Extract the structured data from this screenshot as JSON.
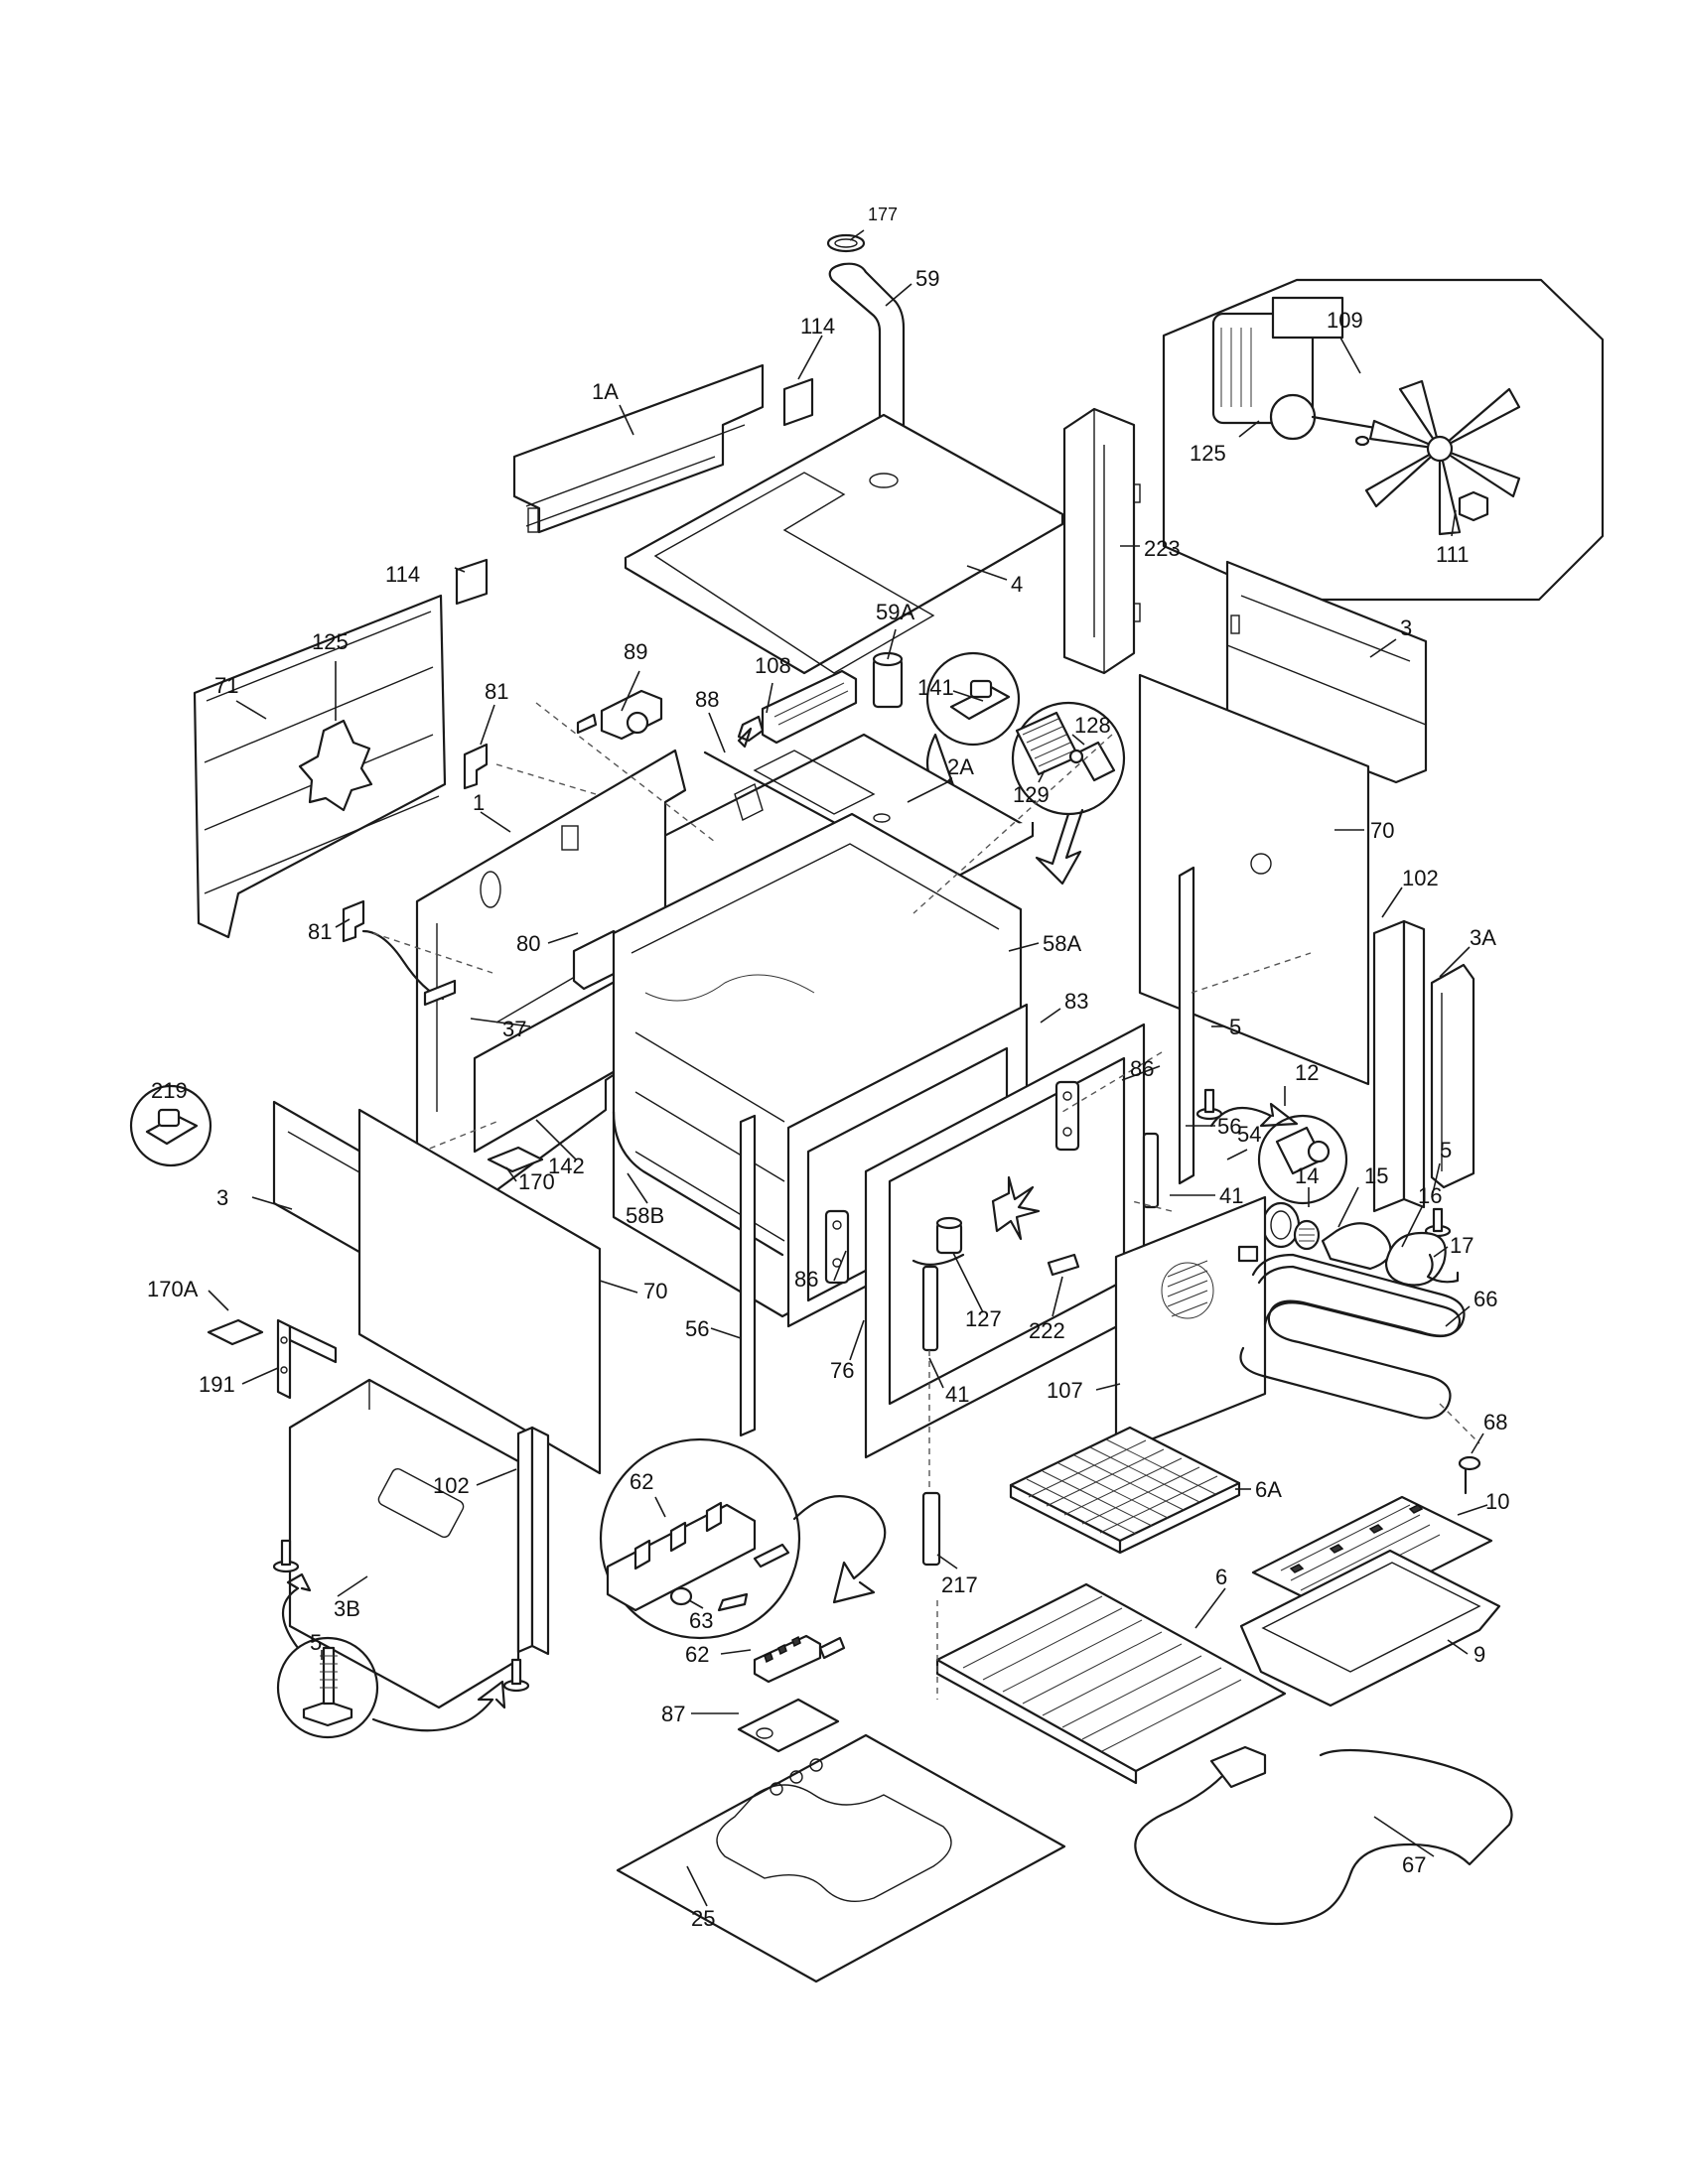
{
  "part_numbers": {
    "p177": "177",
    "p59": "59",
    "p114a": "114",
    "p1A": "1A",
    "p114b": "114",
    "p4": "4",
    "p223": "223",
    "p125a": "125",
    "p109": "109",
    "p111": "111",
    "p125b": "125",
    "p3a": "3",
    "p71": "71",
    "p81a": "81",
    "p89": "89",
    "p108": "108",
    "p59A": "59A",
    "p141": "141",
    "p88": "88",
    "p128": "128",
    "p129": "129",
    "p2A": "2A",
    "p1": "1",
    "p70a": "70",
    "p102a": "102",
    "p3A": "3A",
    "p81b": "81",
    "p80": "80",
    "p58A": "58A",
    "p83": "83",
    "p37": "37",
    "p5a": "5",
    "p12": "12",
    "p219": "219",
    "p86a": "86",
    "p56a": "56",
    "p142": "142",
    "p170": "170",
    "p54": "54",
    "p5b": "5",
    "p3b": "3",
    "p58B": "58B",
    "p41a": "41",
    "p14": "14",
    "p15": "15",
    "p16": "16",
    "p17": "17",
    "p86b": "86",
    "p127": "127",
    "p222": "222",
    "p170A": "170A",
    "p70b": "70",
    "p56b": "56",
    "p66": "66",
    "p76": "76",
    "p41b": "41",
    "p107": "107",
    "p191": "191",
    "p68": "68",
    "p62a": "62",
    "p6A": "6A",
    "p102b": "102",
    "p10": "10",
    "p217": "217",
    "p63": "63",
    "p3B": "3B",
    "p6": "6",
    "p9": "9",
    "p5c": "5",
    "p62b": "62",
    "p87": "87",
    "p67": "67",
    "p25": "25"
  }
}
